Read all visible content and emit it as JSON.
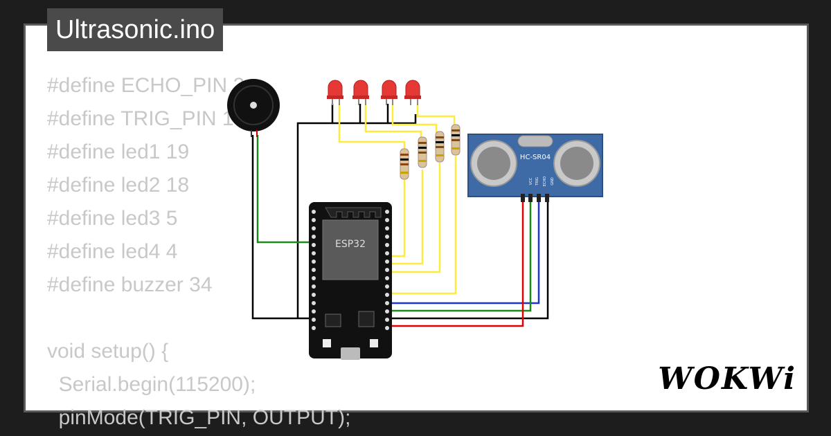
{
  "project": {
    "title": "Ultrasonic.ino"
  },
  "code_lines": [
    "#define ECHO_PIN 2",
    "#define TRIG_PIN 15",
    "#define led1 19",
    "#define led2 18",
    "#define led3 5",
    "#define led4 4",
    "#define buzzer 34",
    "",
    "void setup() {",
    "  Serial.begin(115200);",
    "  pinMode(TRIG_PIN, OUTPUT);"
  ],
  "components": {
    "mcu_label": "ESP32",
    "sensor_label": "HC-SR04",
    "sensor_pins": [
      "VCC",
      "TRIG",
      "ECHO",
      "GND"
    ]
  },
  "brand": {
    "logo_text": "WOKWi"
  },
  "colors": {
    "background": "#1d1d1d",
    "led": "#e53935",
    "wire_yellow": "#ffeb3b",
    "wire_green": "#1b8a1b",
    "wire_red": "#e00000",
    "wire_blue": "#1a33d6",
    "sensor_board": "#3e6aa6"
  }
}
